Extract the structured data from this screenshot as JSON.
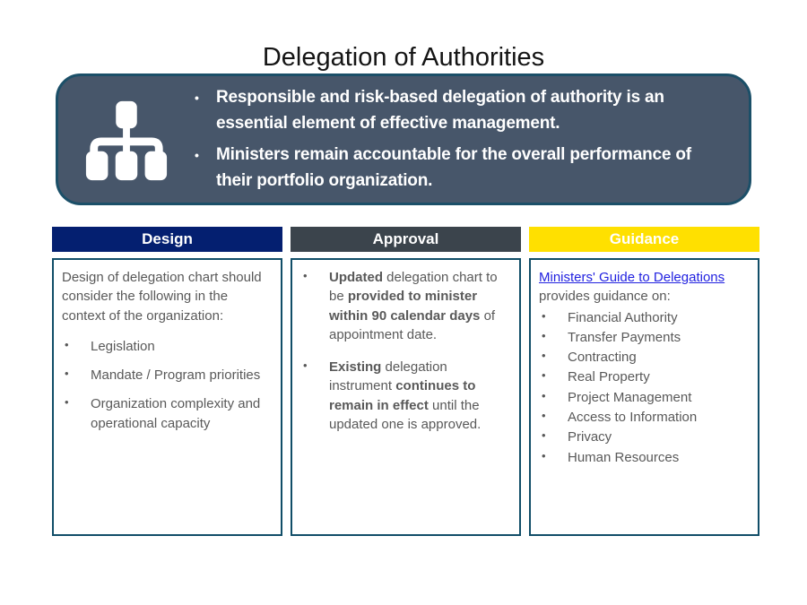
{
  "title": "Delegation of Authorities",
  "overview": {
    "icon": "org-chart-icon",
    "bullets": [
      "Responsible and risk-based delegation of authority is an essential element of effective management.",
      "Ministers remain accountable for the overall performance of their portfolio organization."
    ]
  },
  "bullet_char": "•",
  "columns": [
    {
      "id": "design",
      "header": {
        "label": "Design",
        "bg": "#041F70",
        "fg": "#FFFFFF"
      },
      "intro": "Design of delegation chart should consider the following in the context of the organization:",
      "bullets": [
        "Legislation",
        "Mandate / Program priorities",
        "Organization complexity and operational capacity"
      ]
    },
    {
      "id": "approval",
      "header": {
        "label": "Approval",
        "bg": "#3B444C",
        "fg": "#FFFFFF"
      },
      "bullets_rich": [
        [
          {
            "t": "Updated",
            "b": true
          },
          {
            "t": " delegation chart to be ",
            "b": false
          },
          {
            "t": "provided to minister within 90 calendar days",
            "b": true
          },
          {
            "t": " of appointment date.",
            "b": false
          }
        ],
        [
          {
            "t": "Existing",
            "b": true
          },
          {
            "t": " delegation instrument ",
            "b": false
          },
          {
            "t": "continues to remain in effect",
            "b": true
          },
          {
            "t": " until the updated one is approved.",
            "b": false
          }
        ]
      ]
    },
    {
      "id": "guidance",
      "header": {
        "label": "Guidance",
        "bg": "#FFE000",
        "fg": "#FFFFFF"
      },
      "link_text": "Ministers' Guide to Delegations",
      "intro_rest": "provides guidance on:",
      "bullets": [
        "Financial Authority",
        "Transfer Payments",
        "Contracting",
        "Real Property",
        "Project Management",
        "Access to Information",
        "Privacy",
        "Human Resources"
      ]
    }
  ],
  "colors": {
    "overview_fill": "#47566A",
    "overview_border": "#1B4F68",
    "column_border": "#114E68",
    "body_text": "#595959",
    "link_blue": "#2222E0"
  }
}
